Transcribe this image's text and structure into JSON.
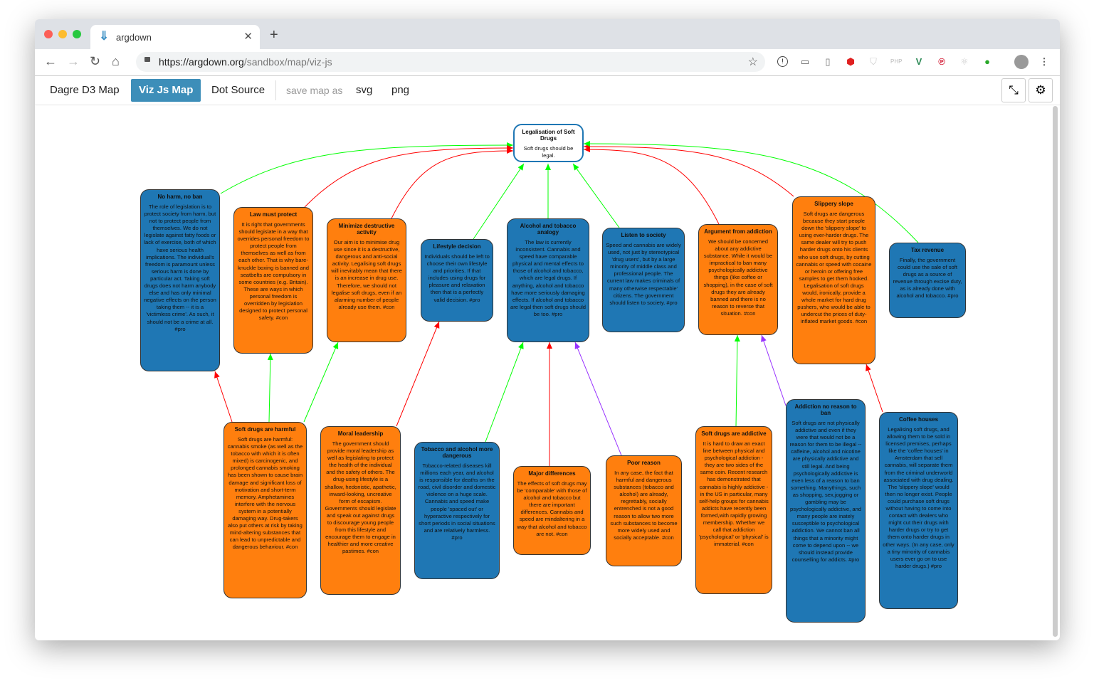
{
  "browser": {
    "tab_title": "argdown",
    "url_host": "https://argdown.org",
    "url_path": "/sandbox/map/viz-js"
  },
  "toolbar": {
    "dagre_label": "Dagre D3 Map",
    "vizjs_label": "Viz Js Map",
    "dot_label": "Dot Source",
    "save_label": "save map as",
    "svg_label": "svg",
    "png_label": "png"
  },
  "colors": {
    "pro": "#1f77b4",
    "con": "#ff7f0e",
    "support": "#00ff00",
    "attack": "#ff0000",
    "undercut": "#9933ff",
    "accent": "#3d8eb9"
  },
  "nodes": [
    {
      "id": "claim",
      "kind": "claim",
      "title": "Legalisation of Soft Drugs",
      "text": "Soft drugs should be legal."
    },
    {
      "id": "noharm",
      "kind": "pro",
      "title": "No harm, no ban",
      "text": "The role of legislation is to protect society from harm, but not to protect people from themselves. We do not legislate against fatty foods or lack of exercise, both of which have serious health implications. The individual's freedom is paramount unless serious harm is done by particular act. Taking soft drugs does not harm anybody else and has only minimal negative effects on the person taking them -- it is a 'victimless crime'. As such, it should not be a crime at all. #pro"
    },
    {
      "id": "lawprotect",
      "kind": "con",
      "title": "Law must protect",
      "text": "It is right that governments should legislate in a way that overrides personal freedom to protect people from themselves as well as from each other. That is why bare-knuckle boxing is banned and seatbelts are compulsory in some countries (e.g. Britain). These are ways in which personal freedom is overridden by legislation designed to protect personal safety. #con"
    },
    {
      "id": "minimize",
      "kind": "con",
      "title": "Minimize destructive activity",
      "text": "Our aim is to minimise drug use since it is a destructive, dangerous and anti-social activity. Legalising soft drugs will inevitably mean that there is an increase in drug use. Therefore, we should not legalise soft drugs, even if an alarming number of people already use them. #con"
    },
    {
      "id": "lifestyle",
      "kind": "pro",
      "title": "Lifestyle decision",
      "text": "Individuals should be left to choose their own lifestyle and priorities. If that includes using drugs for pleasure and relaxation then that is a perfectly valid decision. #pro"
    },
    {
      "id": "analogy",
      "kind": "pro",
      "title": "Alcohol and tobacco analogy",
      "text": "The law is currently inconsistent. Cannabis and speed have comparable physical and mental effects to those of alcohol and tobacco, which are legal drugs. If anything, alcohol and tobacco have more seriously damaging effects. If alcohol and tobacco are legal then soft drugs should be too. #pro"
    },
    {
      "id": "listen",
      "kind": "pro",
      "title": "Listen to society",
      "text": "Speed and cannabis are widely used, not just by stereotypical 'drug users', but by a large minority of middle class and professional people. The current law makes criminals of many otherwise respectable' citizens. The government should listen to society. #pro"
    },
    {
      "id": "argaddiction",
      "kind": "con",
      "title": "Argument from addiction",
      "text": "We should be concerned about any addictive substance. While it would be impractical to ban many psychologically addictive things (like coffee or shopping), in the case of soft drugs they are already banned and there is no reason to reverse that situation. #con"
    },
    {
      "id": "slippery",
      "kind": "con",
      "title": "Slippery slope",
      "text": "Soft drugs are dangerous because they start people down the 'slippery slope' to using ever-harder drugs. The same dealer will try to push harder drugs onto his clients who use soft drugs, by cutting cannabis or speed with cocaine or heroin or offering free samples to get them hooked. Legalisation of soft drugs would, ironically, provide a whole market for hard drug pushers, who would be able to undercut the prices of duty-inflated market goods. #con"
    },
    {
      "id": "tax",
      "kind": "pro",
      "title": "Tax revenue",
      "text": "Finally, the government could use the sale of soft drugs as a source of revenue through excise duty, as is already done with alcohol and tobacco. #pro"
    },
    {
      "id": "harmful",
      "kind": "con",
      "title": "Soft drugs are harmful",
      "text": "Soft drugs are harmful: cannabis smoke (as well as the tobacco with which it is often mixed) is carcinogenic, and prolonged cannabis smoking has been shown to cause brain damage and significant loss of motivation and short-term memory. Amphetamines interfere with the nervous system in a potentially damaging way. Drug-takers also put others at risk by taking mind-altering substances that can lead to unpredictable and dangerous behaviour. #con"
    },
    {
      "id": "moral",
      "kind": "con",
      "title": "Moral leadership",
      "text": "The government should provide moral leadership as well as legislating to protect the health of the individual and the safety of others. The drug-using lifestyle is a shallow, hedonistic, apathetic, inward-looking, uncreative form of escapism. Governments should legislate and speak out against drugs to discourage young people from this lifestyle and encourage them to engage in healthier and more creative pastimes. #con"
    },
    {
      "id": "moredangerous",
      "kind": "pro",
      "title": "Tobacco and alcohol more dangerous",
      "text": "Tobacco-related diseases kill millions each year, and alcohol is responsible for deaths on the road, civil disorder and domestic violence on a huge scale. Cannabis and speed make people 'spaced out' or hyperactive respectively for short periods in social situations and are relatively harmless. #pro"
    },
    {
      "id": "majordiff",
      "kind": "con",
      "title": "Major differences",
      "text": "The effects of soft drugs may be 'comparable' with those of alcohol and tobacco but there are important differences. Cannabis and speed are mindaltering in a way that alcohol and tobacco are not. #con"
    },
    {
      "id": "poorreason",
      "kind": "con",
      "title": "Poor reason",
      "text": "In any case, the fact that harmful and dangerous substances (tobacco and alcohol) are already, regrettably, socially entrenched is not a good reason to allow two more such substances to become more widely used and socially acceptable. #con"
    },
    {
      "id": "addictive",
      "kind": "con",
      "title": "Soft drugs are addictive",
      "text": "It is hard to draw an exact line between physical and psychological addiction - they are two sides of the same coin. Recent research has demonstrated that cannabis is highly addictive - in the US in particular, many self-help groups for cannabis addicts have recently been formed,with rapidly growing membership. Whether we call that addiction 'psychological' or 'physical' is immaterial. #con"
    },
    {
      "id": "noreason",
      "kind": "pro",
      "title": "Addiction no reason to ban",
      "text": "Soft drugs are not physically addictive and even if they were that would not be a reason for them to be illegal -- caffeine, alcohol and nicotine are physically addictive and still legal. And being psychologically addictive is even less of a reason to ban something. Manythings, such as shopping, sex,jogging or gambling may be psychologically addictive, and many people are inately susceptible to psychological addiction. We cannot ban all things that a minority might come to depend upon -- we should instead provide counselling for addicts. #pro"
    },
    {
      "id": "coffee",
      "kind": "pro",
      "title": "Coffee houses",
      "text": "Legalising soft drugs, and allowing them to be sold in licensed premises, perhaps like the 'coffee houses' in Amsterdam that sell cannabis, will separate them from the criminal underworld associated with drug dealing. The 'slippery slope' would then no longer exist. People could purchase soft drugs without having to come into contact with dealers who might cut their drugs with harder drugs or try to get them onto harder drugs in other ways. (In any case, only a tiny minority of cannabis users ever go on to use harder drugs.) #pro"
    }
  ],
  "edges": [
    {
      "from": "noharm",
      "to": "claim",
      "type": "support"
    },
    {
      "from": "lawprotect",
      "to": "claim",
      "type": "attack"
    },
    {
      "from": "minimize",
      "to": "claim",
      "type": "attack"
    },
    {
      "from": "lifestyle",
      "to": "claim",
      "type": "support"
    },
    {
      "from": "analogy",
      "to": "claim",
      "type": "support"
    },
    {
      "from": "listen",
      "to": "claim",
      "type": "support"
    },
    {
      "from": "argaddiction",
      "to": "claim",
      "type": "attack"
    },
    {
      "from": "slippery",
      "to": "claim",
      "type": "attack"
    },
    {
      "from": "tax",
      "to": "claim",
      "type": "support"
    },
    {
      "from": "harmful",
      "to": "noharm",
      "type": "attack"
    },
    {
      "from": "harmful",
      "to": "lawprotect",
      "type": "support"
    },
    {
      "from": "harmful",
      "to": "minimize",
      "type": "support"
    },
    {
      "from": "moral",
      "to": "lifestyle",
      "type": "attack"
    },
    {
      "from": "moredangerous",
      "to": "analogy",
      "type": "support"
    },
    {
      "from": "majordiff",
      "to": "analogy",
      "type": "attack"
    },
    {
      "from": "poorreason",
      "to": "analogy",
      "type": "undercut"
    },
    {
      "from": "addictive",
      "to": "argaddiction",
      "type": "support"
    },
    {
      "from": "noreason",
      "to": "argaddiction",
      "type": "undercut"
    },
    {
      "from": "coffee",
      "to": "slippery",
      "type": "attack"
    }
  ]
}
